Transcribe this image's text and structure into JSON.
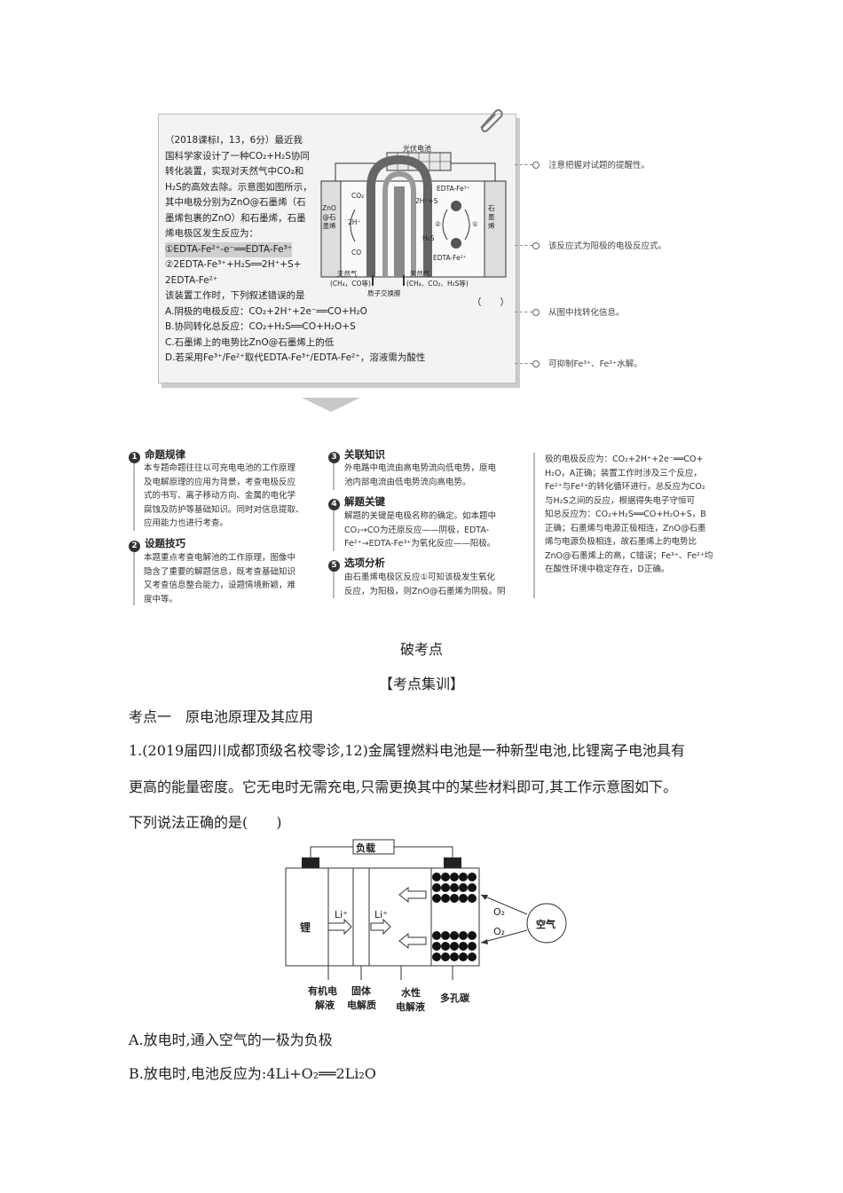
{
  "card": {
    "lines": [
      "（2018课标Ⅰ，13，6分）最近我",
      "国科学家设计了一种CO₂+H₂S协同",
      "转化装置，实现对天然气中CO₂和",
      "H₂S的高效去除。示意图如图所示，",
      "其中电极分别为ZnO@石墨烯（石",
      "墨烯包裹的ZnO）和石墨烯，石墨",
      "烯电极区发生反应为：",
      "①EDTA-Fe²⁺-e⁻══EDTA-Fe³⁺",
      "②2EDTA-Fe³⁺+H₂S══2H⁺+S+",
      "2EDTA-Fe²⁺",
      "该装置工作时，下列叙述错误的是",
      "A.阴极的电极反应：CO₂+2H⁺+2e⁻══CO+H₂O",
      "B.协同转化总反应：CO₂+H₂S══CO+H₂O+S",
      "C.石墨烯上的电势比ZnO@石墨烯上的低",
      "D.若采用Fe³⁺/Fe²⁺取代EDTA-Fe³⁺/EDTA-Fe²⁺，溶液需为酸性"
    ],
    "paren": "（　　）",
    "diagram": {
      "pv": "光伏电池",
      "left_electrode": "ZnO@石墨烯",
      "right_electrode": "石墨烯",
      "co2": "CO₂",
      "h_plus": "2H⁺",
      "co": "CO",
      "edta3": "EDTA-Fe³⁺",
      "edta2": "EDTA-Fe²⁺",
      "h_s": "2H⁺+S",
      "h2s": "H₂S",
      "circle1": "①",
      "circle2": "②",
      "gas_out": "天然气",
      "gas_out_sub": "(CH₄，CO等)",
      "gas_in": "天然气",
      "gas_in_sub": "(CH₄、CO₂、H₂S等)",
      "membrane": "质子交换膜"
    }
  },
  "annotations": [
    "注意把握对试题的提醒性。",
    "该反应式为阳极的电极反应式。",
    "从图中找转化信息。",
    "可抑制Fe³⁺、Fe²⁺水解。"
  ],
  "summary": {
    "c1": {
      "n1": "1",
      "h1": "命题规律",
      "t1": "本专题命题往往以可充电电池的工作原理\n及电解原理的应用为背景，考查电极反应\n式的书写、离子移动方向、金属的电化学\n腐蚀及防护等基础知识。同时对信息提取、\n应用能力也进行考查。",
      "n2": "2",
      "h2": "设题技巧",
      "t2": "本题重点考查电解池的工作原理，图像中\n隐含了重要的解题信息，既考查基础知识\n又考查信息整合能力，设题情境新颖，难\n度中等。"
    },
    "c2": {
      "n3": "3",
      "h3": "关联知识",
      "t3": "外电路中电流由高电势流向低电势，原电\n池内部电流由低电势流向高电势。",
      "n4": "4",
      "h4": "解题关键",
      "t4": "解题的关键是电极名称的确定。如本题中\nCO₂→CO为还原反应——阴极，EDTA-\nFe²⁺→EDTA-Fe³⁺为氧化反应——阳极。",
      "n5": "5",
      "h5": "选项分析",
      "t5": "由石墨烯电极区反应①可知该极发生氧化\n反应，为阳极，则ZnO@石墨烯为阴极。阴"
    },
    "c3": {
      "t6": "极的电极反应为：CO₂+2H⁺+2e⁻══CO+\nH₂O，A正确；装置工作时涉及三个反应，\nFe²⁺与Fe³⁺的转化循环进行，总反应为CO₂\n与H₂S之间的反应，根据得失电子守恒可\n知总反应为：CO₂+H₂S══CO+H₂O+S，B\n正确；石墨烯与电源正极相连，ZnO@石墨\n烯与电源负极相连，故石墨烯上的电势比\nZnO@石墨烯上的高，C错误；Fe³⁺、Fe²⁺均\n在酸性环境中稳定存在，D正确。"
    }
  },
  "section": "破考点",
  "subsection": "【考点集训】",
  "topic": "考点一　原电池原理及其应用",
  "question": {
    "line1": "1.(2019届四川成都顶级名校零诊,12)金属锂燃料电池是一种新型电池,比锂离子电池具有",
    "line2": "更高的能量密度。它无电时无需充电,只需更换其中的某些材料即可,其工作示意图如下。",
    "line3": "下列说法正确的是(　　)"
  },
  "battery": {
    "load": "负载",
    "li": "锂",
    "li_ion": "Li⁺",
    "o2": "O₂",
    "air": "空气",
    "organic": "有机电",
    "organic2": "解液",
    "solid": "固体",
    "solid2": "电解质",
    "aq": "水性",
    "aq2": "电解液",
    "carbon": "多孔碳"
  },
  "options": {
    "a": "A.放电时,通入空气的一极为负极",
    "b": "B.放电时,电池反应为:4Li+O₂══2Li₂O"
  }
}
